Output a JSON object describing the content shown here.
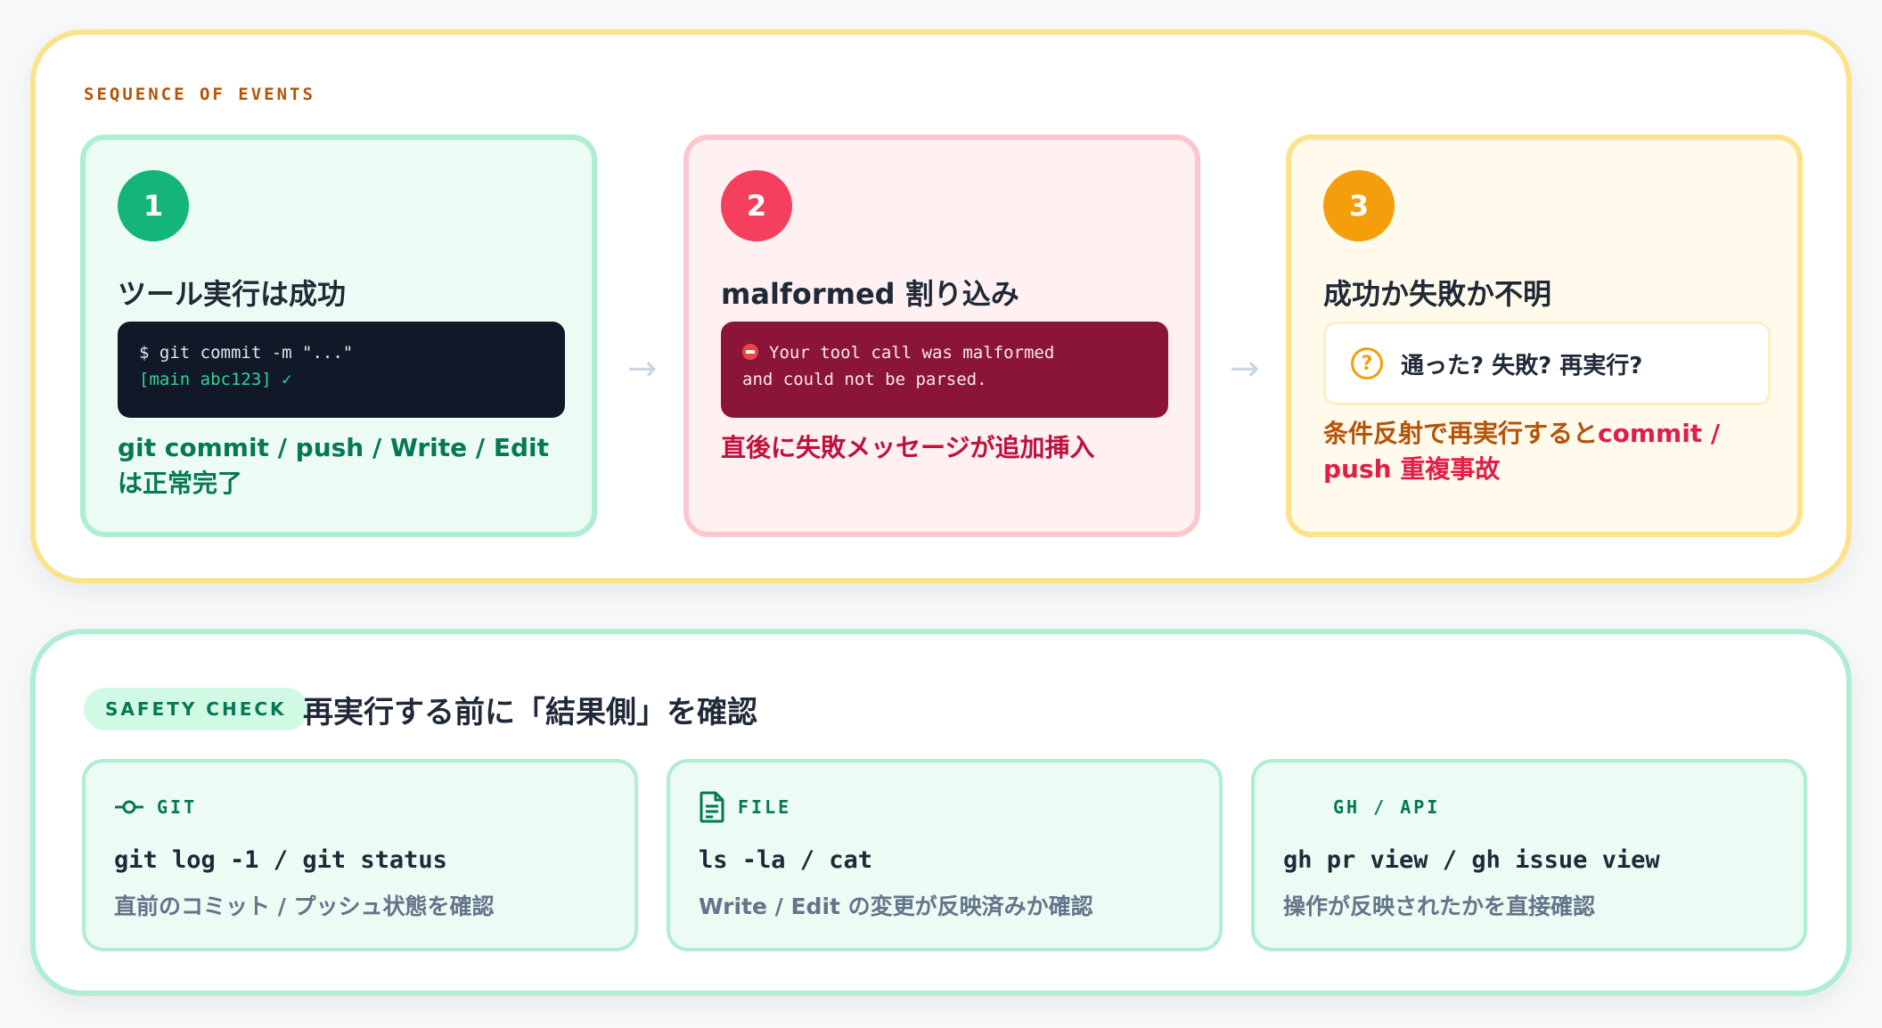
{
  "events": {
    "section_label": "SEQUENCE OF EVENTS",
    "steps": [
      {
        "number": "1",
        "title": "ツール実行は成功",
        "code_line1": "$ git commit -m \"...\"",
        "code_line2": "[main abc123] ✓",
        "description": "git commit / push / Write / Edit は正常完了"
      },
      {
        "number": "2",
        "title": "malformed 割り込み",
        "code_line1": "Your tool call was malformed",
        "code_line2": "and could not be parsed.",
        "description": "直後に失敗メッセージが追加挿入"
      },
      {
        "number": "3",
        "title": "成功か失敗か不明",
        "question": "通った? 失敗? 再実行?",
        "description_part1": "条件反射で再実行すると",
        "description_part2": "commit / push 重複事故"
      }
    ],
    "arrow_glyph": "→"
  },
  "safety": {
    "pill_label": "SAFETY CHECK",
    "title": "再実行する前に「結果側」を確認",
    "cards": [
      {
        "label": "GIT",
        "icon": "git-commit-icon",
        "command": "git log -1 / git status",
        "description": "直前のコミット / プッシュ状態を確認"
      },
      {
        "label": "FILE",
        "icon": "file-icon",
        "command": "ls -la / cat",
        "description": "Write / Edit の変更が反映済みか確認"
      },
      {
        "label": "GH / API",
        "icon": "",
        "command": "gh pr view / gh issue view",
        "description": "操作が反映されたかを直接確認"
      }
    ]
  },
  "colors": {
    "green_accent": "#13b579",
    "red_accent": "#f43f5e",
    "amber_accent": "#f59e0b",
    "events_border": "#fbe38b",
    "safety_border": "#aeeed1"
  }
}
